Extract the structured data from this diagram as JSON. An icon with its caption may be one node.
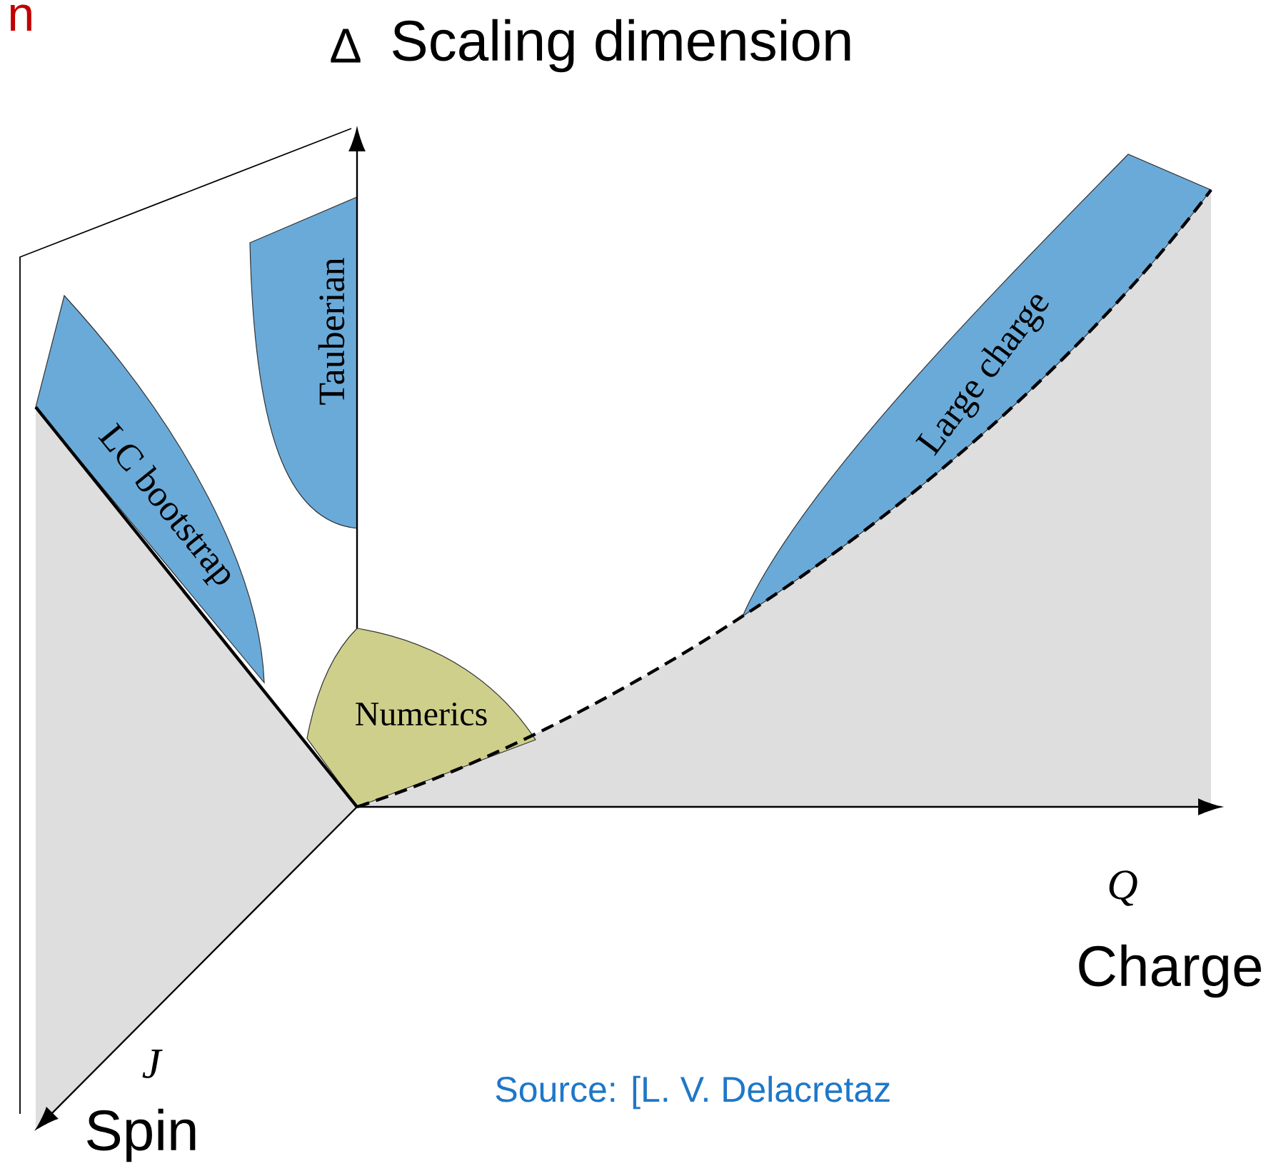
{
  "diagram": {
    "nodes": [
      {
        "text": [
          "Tauberian"
        ]
      },
      {
        "text": [
          "LC bootstrap"
        ]
      },
      {
        "text": [
          "Large charge"
        ]
      },
      {
        "text": [
          "Numerics"
        ]
      }
    ],
    "labels": [
      "n",
      "Δ",
      "Scaling dimension",
      "Q",
      "Charge",
      "J",
      "Spin",
      "Source: [L. V. Delacretaz"
    ]
  }
}
